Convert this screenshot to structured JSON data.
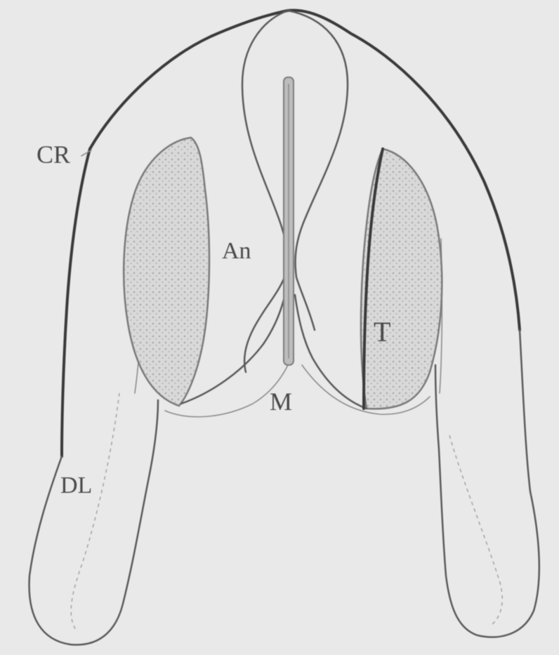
{
  "diagram": {
    "labels": {
      "cr": "CR",
      "an": "An",
      "t": "T",
      "m": "M",
      "dl": "DL"
    },
    "colors": {
      "background": "#e9e9e9",
      "line_dark": "#3a3a3a",
      "line_light": "#8d8d8d",
      "stipple": "#a9a9a9"
    }
  }
}
